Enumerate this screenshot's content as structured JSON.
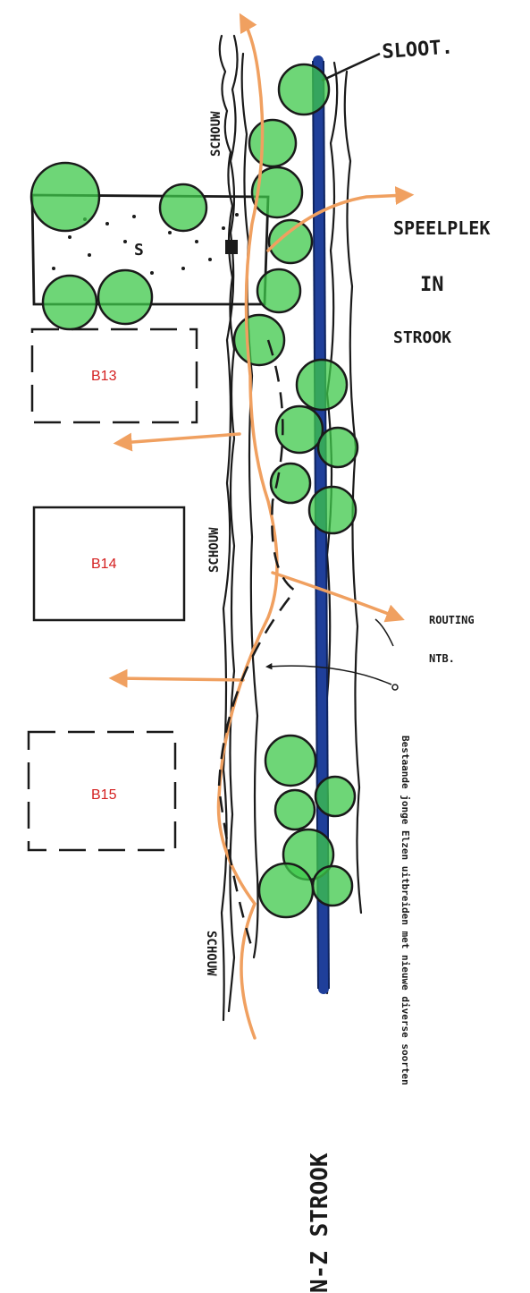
{
  "labels": {
    "sloot": "SLOOT.",
    "speelplek": "SPEELPLEK",
    "in": "IN",
    "strook": "STROOK",
    "s_mark": "S",
    "routing": "ROUTING",
    "ntb": "NTB.",
    "schouw": "SCHOUW",
    "nz_strook": "N-Z STROOK",
    "bestaande": "Bestaande jonge Elzen uitbreiden met nieuwe diverse soorten"
  },
  "plots": [
    {
      "label": "B13",
      "style": "dashed"
    },
    {
      "label": "B14",
      "style": "solid"
    },
    {
      "label": "B15",
      "style": "dashed"
    }
  ],
  "colors": {
    "ditch": "#1f3f9a",
    "route": "#f0a060",
    "tree_fill": "#3ec84a",
    "ink": "#1a1a1a",
    "plot_label": "#d42020"
  }
}
